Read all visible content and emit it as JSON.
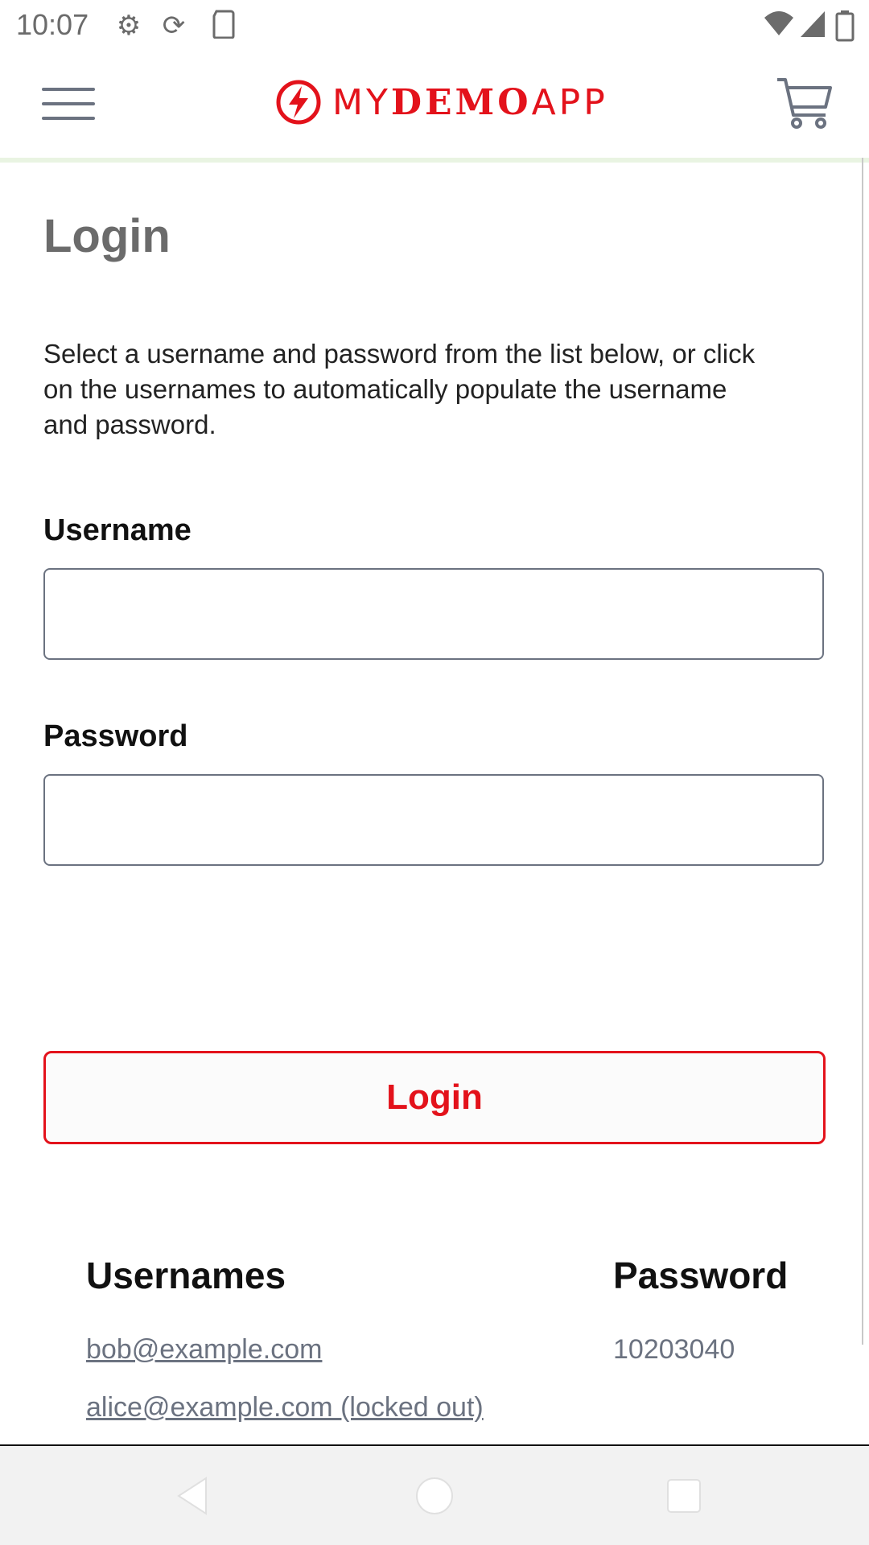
{
  "status_bar": {
    "time": "10:07",
    "left_icons": [
      "gear-icon",
      "sync-icon",
      "sd-card-icon"
    ],
    "right_icons": [
      "wifi-icon",
      "signal-icon",
      "battery-icon"
    ]
  },
  "header": {
    "logo_parts": [
      "MY",
      "DEMO",
      "APP"
    ],
    "brand_color": "#e3121b",
    "menu_icon": "hamburger-menu-icon",
    "cart_icon": "cart-icon"
  },
  "login": {
    "title": "Login",
    "intro": "Select a username and password from the list below, or click on the usernames to automatically populate the username and password.",
    "username_label": "Username",
    "username_value": "",
    "password_label": "Password",
    "password_value": "",
    "button_label": "Login"
  },
  "credentials": {
    "usernames_header": "Usernames",
    "password_header": "Password",
    "rows": [
      {
        "username": "bob@example.com",
        "password": "10203040"
      },
      {
        "username": "alice@example.com (locked out)",
        "password": ""
      }
    ]
  },
  "nav_bar": {
    "icons": [
      "back-icon",
      "home-icon",
      "recents-icon"
    ]
  }
}
